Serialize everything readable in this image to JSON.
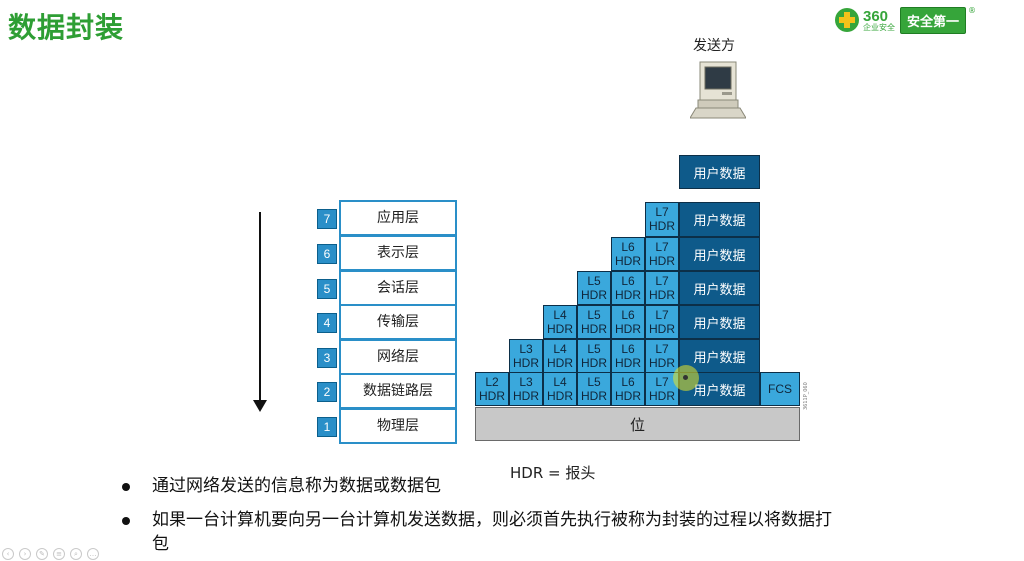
{
  "title": "数据封装",
  "logo": {
    "brand": "360",
    "sub": "企业安全",
    "badge": "安全第一",
    "reg": "®"
  },
  "sender_label": "发送方",
  "layers": [
    {
      "num": "7",
      "name": "应用层"
    },
    {
      "num": "6",
      "name": "表示层"
    },
    {
      "num": "5",
      "name": "会话层"
    },
    {
      "num": "4",
      "name": "传输层"
    },
    {
      "num": "3",
      "name": "网络层"
    },
    {
      "num": "2",
      "name": "数据链路层"
    },
    {
      "num": "1",
      "name": "物理层"
    }
  ],
  "encapsulation": {
    "user_data_label": "用户数据",
    "hdr_label": "HDR",
    "fcs_label": "FCS",
    "bits_label": "位",
    "headers": [
      "L2",
      "L3",
      "L4",
      "L5",
      "L6",
      "L7"
    ]
  },
  "watermark": "3611P_060",
  "legend": "HDR = 报头",
  "bullets": [
    "通过网络发送的信息称为数据或数据包",
    "如果一台计算机要向另一台计算机发送数据，则必须首先执行被称为封装的过程以将数据打包"
  ],
  "toolbar_icons": [
    "previous-icon",
    "next-icon",
    "pen-icon",
    "menu-icon",
    "zoom-icon",
    "more-icon"
  ]
}
